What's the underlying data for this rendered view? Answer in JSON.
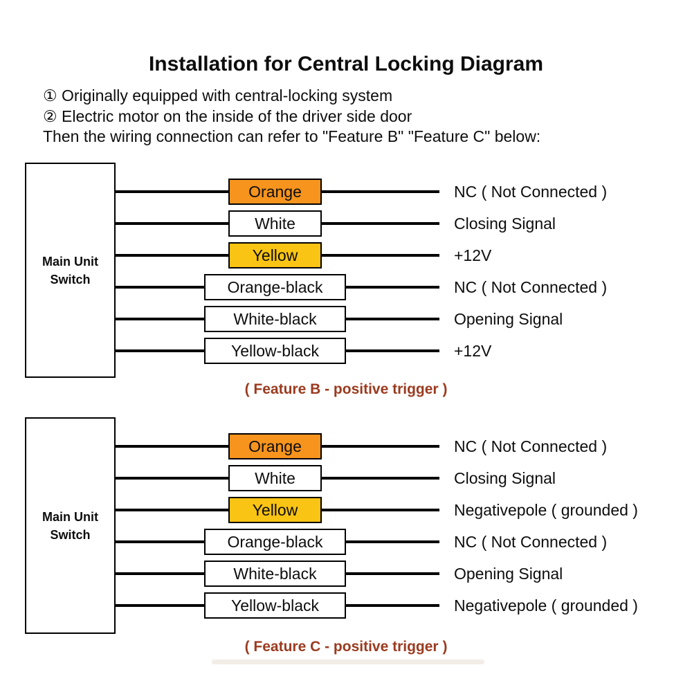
{
  "header": {
    "title": "Installation for Central Locking Diagram",
    "notes": [
      "① Originally equipped with central-locking system",
      "② Electric motor on the inside of the driver side door",
      "Then the wiring connection can refer to \"Feature B\" \"Feature C\" below:"
    ]
  },
  "colors": {
    "orange": "#F7941D",
    "yellow": "#F9C413",
    "white": "#FFFFFF",
    "wire": "#000000",
    "caption": "#9B3A1E"
  },
  "diagrams": [
    {
      "source_label": "Main Unit Switch",
      "caption": "( Feature B - positive trigger )",
      "wires": [
        {
          "wire_label": "Orange",
          "fill": "orange",
          "signal": "NC ( Not Connected )"
        },
        {
          "wire_label": "White",
          "fill": "white",
          "signal": "Closing Signal"
        },
        {
          "wire_label": "Yellow",
          "fill": "yellow",
          "signal": "+12V"
        },
        {
          "wire_label": "Orange-black",
          "fill": "white",
          "signal": "NC ( Not Connected )"
        },
        {
          "wire_label": "White-black",
          "fill": "white",
          "signal": "Opening Signal"
        },
        {
          "wire_label": "Yellow-black",
          "fill": "white",
          "signal": "+12V"
        }
      ]
    },
    {
      "source_label": "Main Unit Switch",
      "caption": "( Feature C - positive trigger )",
      "wires": [
        {
          "wire_label": "Orange",
          "fill": "orange",
          "signal": "NC ( Not Connected )"
        },
        {
          "wire_label": "White",
          "fill": "white",
          "signal": "Closing Signal"
        },
        {
          "wire_label": "Yellow",
          "fill": "yellow",
          "signal": "Negativepole ( grounded )"
        },
        {
          "wire_label": "Orange-black",
          "fill": "white",
          "signal": "NC ( Not Connected )"
        },
        {
          "wire_label": "White-black",
          "fill": "white",
          "signal": "Opening Signal"
        },
        {
          "wire_label": "Yellow-black",
          "fill": "white",
          "signal": "Negativepole ( grounded )"
        }
      ]
    }
  ]
}
